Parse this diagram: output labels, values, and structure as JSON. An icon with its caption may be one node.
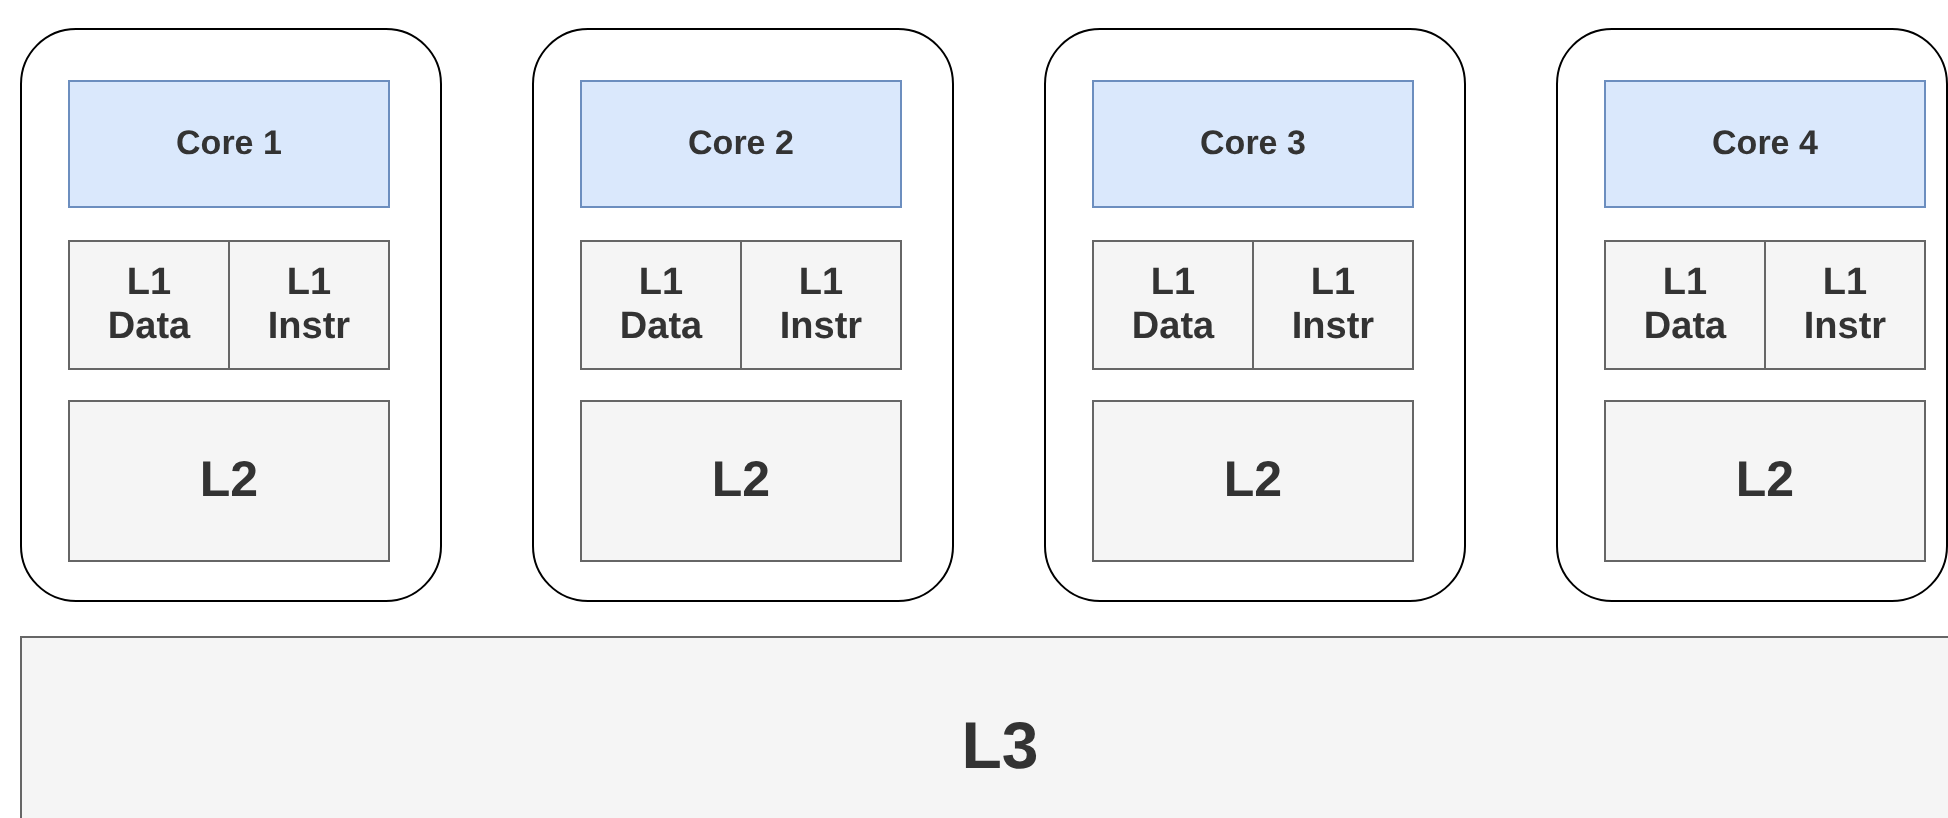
{
  "diagram": {
    "nodes": [
      {
        "text": [],
        "shape": "box"
      },
      {
        "text": [
          "Core 1"
        ],
        "in": 0
      },
      {
        "text": [
          "L1 Data"
        ],
        "in": 0
      },
      {
        "text": [
          "L1 Instr"
        ],
        "in": 0
      },
      {
        "text": [
          "L2"
        ],
        "in": 0
      },
      {
        "text": [],
        "shape": "box"
      },
      {
        "text": [
          "Core 2"
        ],
        "in": 5
      },
      {
        "text": [
          "L1 Data"
        ],
        "in": 5
      },
      {
        "text": [
          "L1 Instr"
        ],
        "in": 5
      },
      {
        "text": [
          "L2"
        ],
        "in": 5
      },
      {
        "text": [],
        "shape": "box"
      },
      {
        "text": [
          "Core 3"
        ],
        "in": 10
      },
      {
        "text": [
          "L1 Data"
        ],
        "in": 10
      },
      {
        "text": [
          "L1 Instr"
        ],
        "in": 10
      },
      {
        "text": [
          "L2"
        ],
        "in": 10
      },
      {
        "text": [],
        "shape": "box"
      },
      {
        "text": [
          "Core 4"
        ],
        "in": 15
      },
      {
        "text": [
          "L1 Data"
        ],
        "in": 15
      },
      {
        "text": [
          "L1 Instr"
        ],
        "in": 15
      },
      {
        "text": [
          "L2"
        ],
        "in": 15
      },
      {
        "text": [
          "L3"
        ]
      }
    ]
  }
}
